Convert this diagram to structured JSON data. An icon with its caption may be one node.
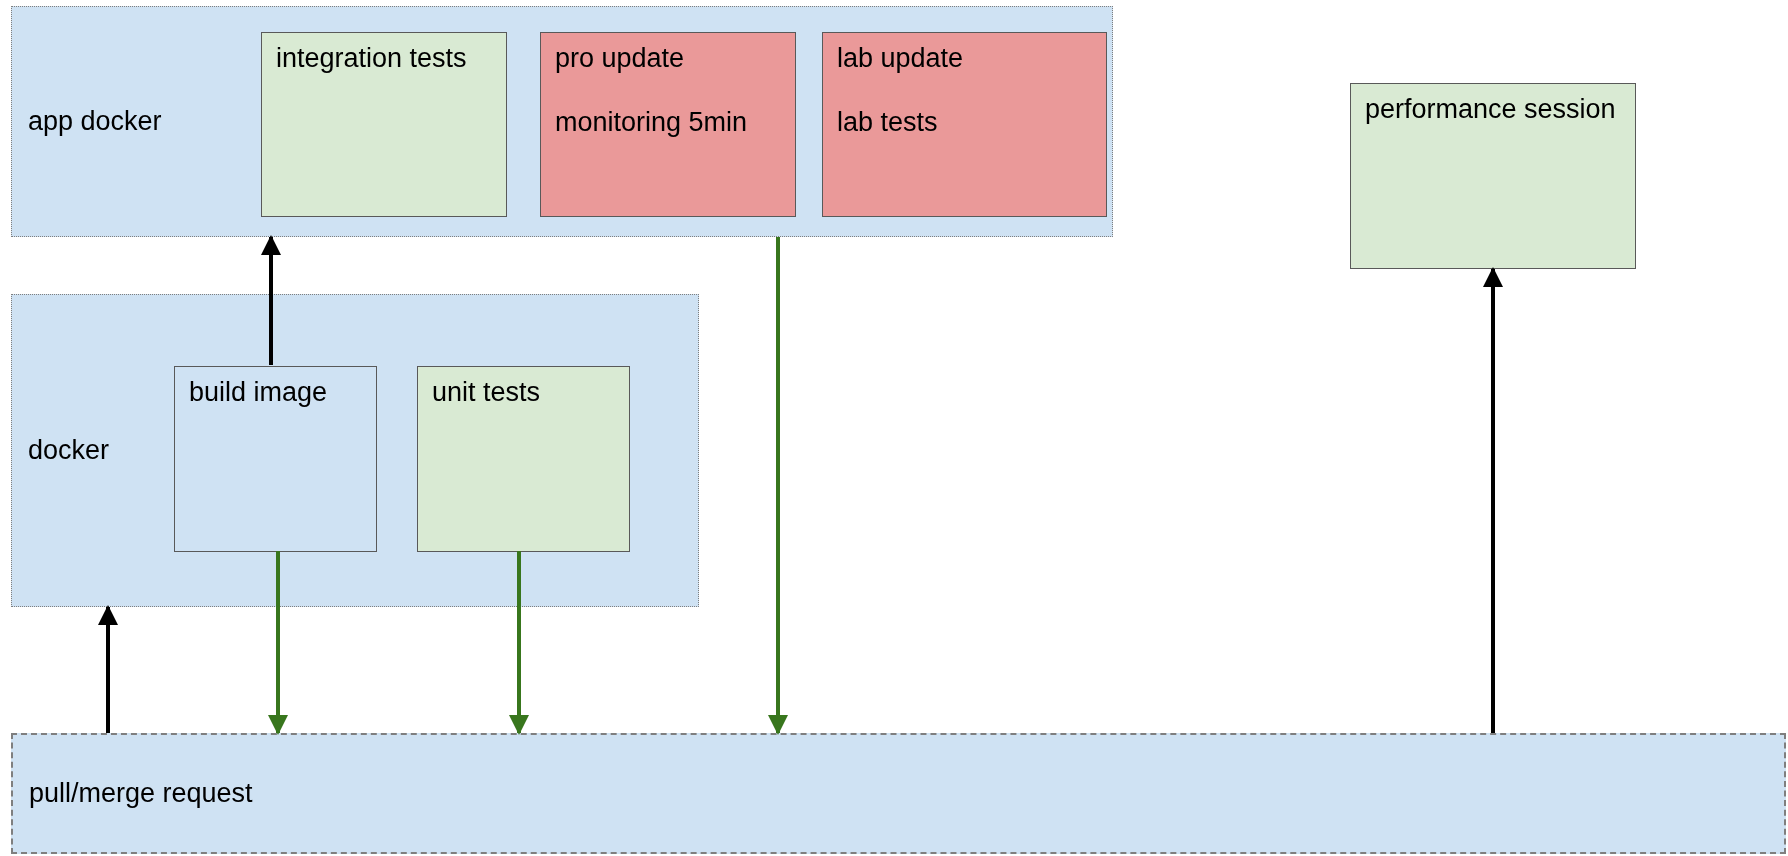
{
  "diagram": {
    "nodes": [
      {
        "text": [
          "app docker"
        ]
      },
      {
        "text": [
          "integration tests"
        ],
        "in": 0
      },
      {
        "text": [
          "pro update",
          "monitoring 5min"
        ],
        "in": 0
      },
      {
        "text": [
          "lab update",
          "lab tests"
        ],
        "in": 0
      },
      {
        "text": [
          "docker"
        ]
      },
      {
        "text": [
          "build image"
        ],
        "in": 4
      },
      {
        "text": [
          "unit tests"
        ],
        "in": 4
      },
      {
        "text": [
          "performance session"
        ]
      },
      {
        "text": [
          "pull/merge request"
        ]
      }
    ],
    "edges": [
      {
        "from": 8,
        "to": 4,
        "arrow": "to"
      },
      {
        "from": 5,
        "to": 0,
        "arrow": "to"
      },
      {
        "from": 5,
        "to": 8,
        "arrow": "to",
        "color": "#38761d"
      },
      {
        "from": 6,
        "to": 8,
        "arrow": "to",
        "color": "#38761d"
      },
      {
        "from": 0,
        "to": 8,
        "arrow": "to",
        "color": "#38761d"
      },
      {
        "from": 8,
        "to": 7,
        "arrow": "to"
      }
    ]
  }
}
